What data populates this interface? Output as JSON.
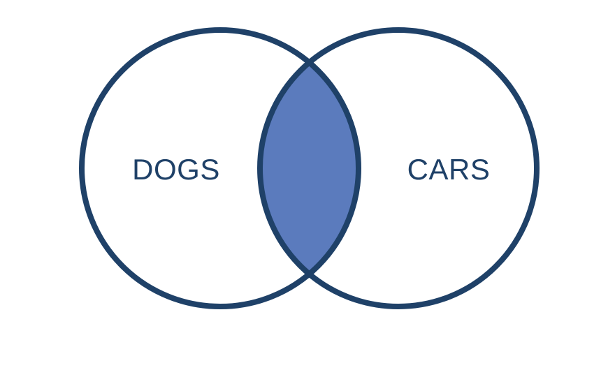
{
  "diagram": {
    "type": "venn",
    "sets": [
      {
        "label": "DOGS"
      },
      {
        "label": "CARS"
      }
    ],
    "highlighted_region": "intersection"
  },
  "colors": {
    "outline": "#1f4168",
    "label": "#1f4168",
    "intersection_fill": "#5b7bbd",
    "background": "#ffffff"
  }
}
